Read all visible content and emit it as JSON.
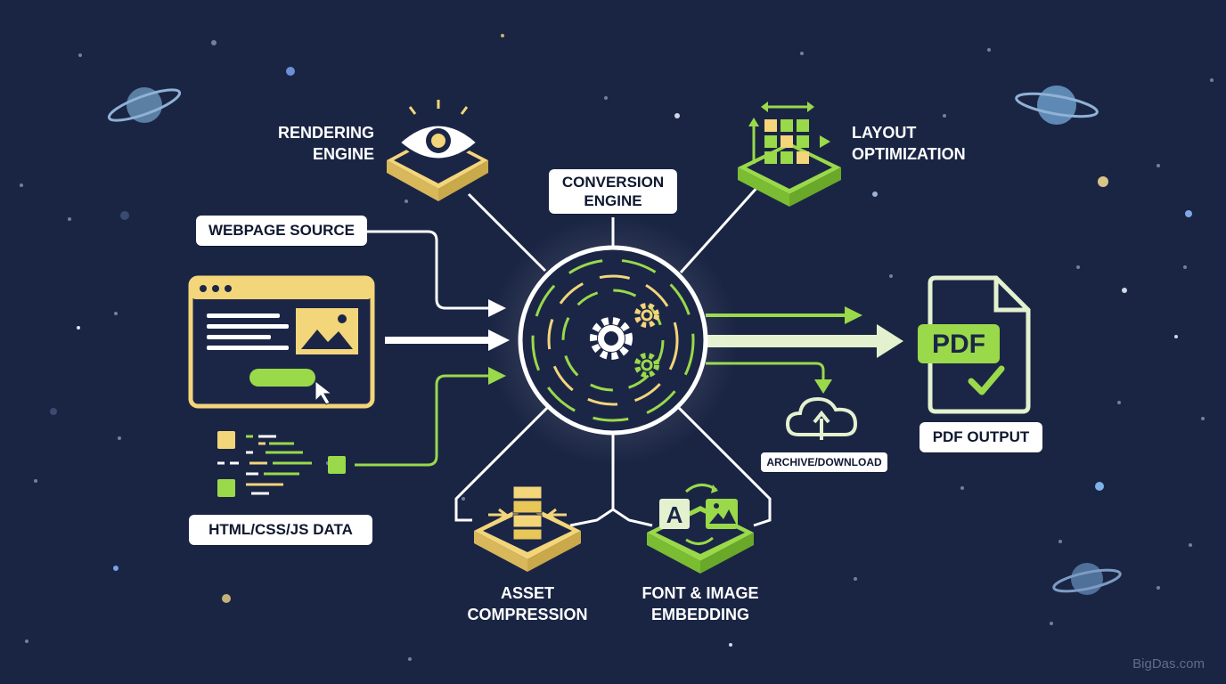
{
  "labels": {
    "webpage_source": "WEBPAGE SOURCE",
    "html_data": "HTML/CSS/JS DATA",
    "rendering_engine_l1": "RENDERING",
    "rendering_engine_l2": "ENGINE",
    "conversion_engine_l1": "CONVERSION",
    "conversion_engine_l2": "ENGINE",
    "layout_opt_l1": "LAYOUT",
    "layout_opt_l2": "OPTIMIZATION",
    "asset_l1": "ASSET",
    "asset_l2": "COMPRESSION",
    "font_l1": "FONT & IMAGE",
    "font_l2": "EMBEDDING",
    "pdf_output": "PDF OUTPUT",
    "archive": "ARCHIVE/DOWNLOAD",
    "pdf_badge": "PDF",
    "font_badge": "A"
  },
  "watermark": "BigDas.com",
  "colors": {
    "background": "#1a2544",
    "yellow": "#f3d57a",
    "green": "#9ad94a",
    "pale_green": "#e4f1cf",
    "white": "#ffffff"
  }
}
